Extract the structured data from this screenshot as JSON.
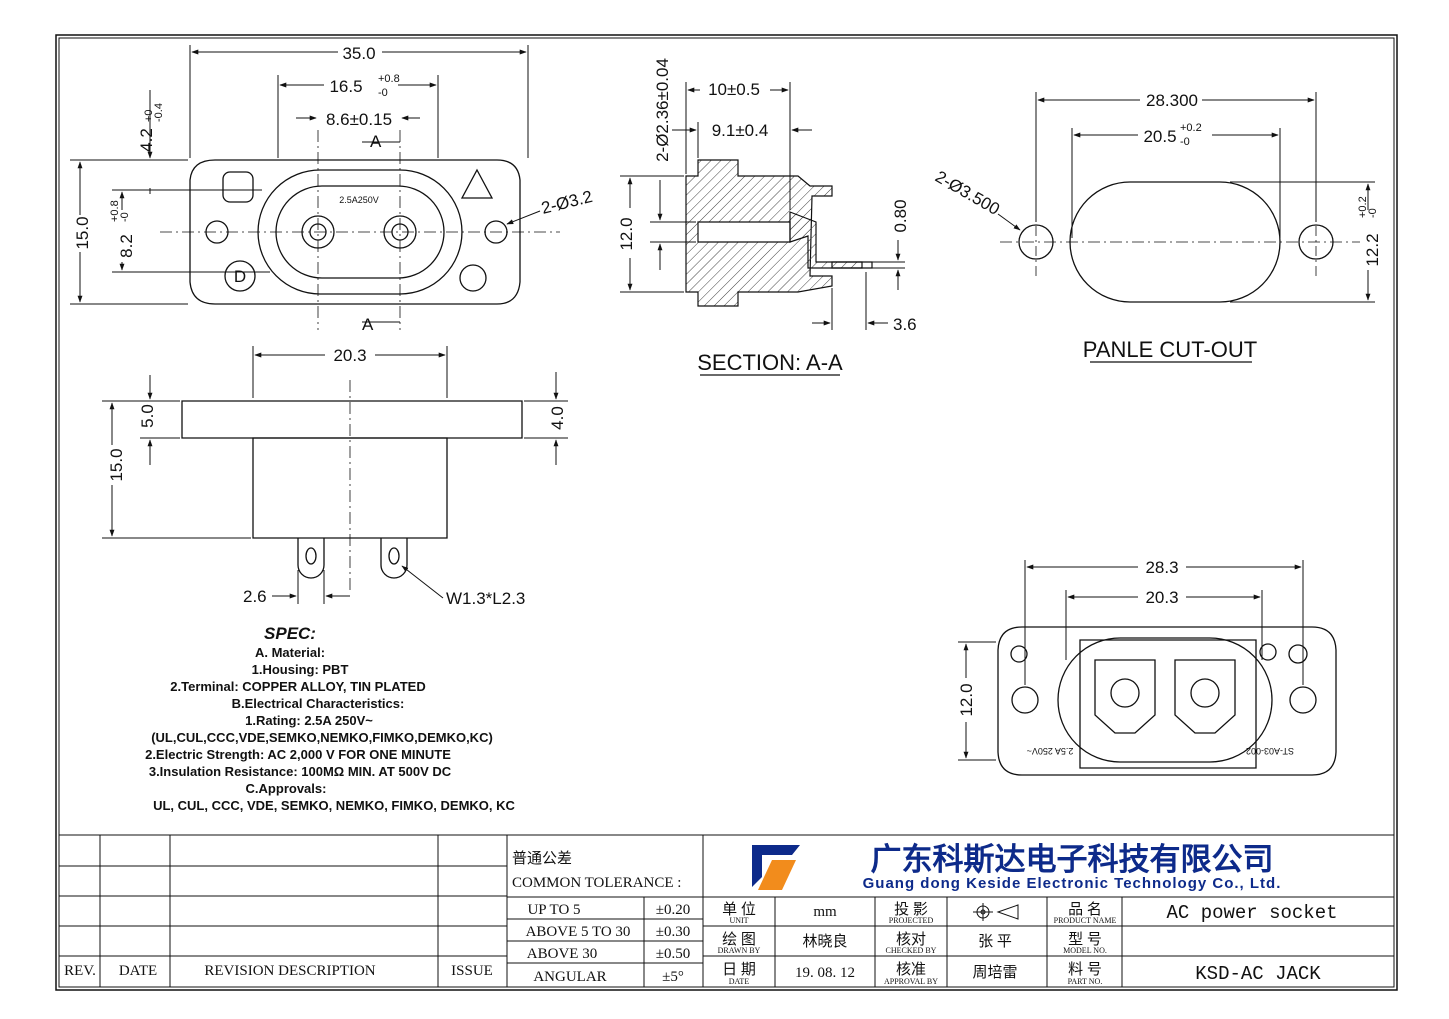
{
  "top_view": {
    "dims": {
      "overall_width": "35.0",
      "pin_span": "16.5",
      "pin_span_tol_up": "+0.8",
      "pin_span_tol_down": "-0",
      "pin_pitch": "8.6±0.15",
      "offset": "4.2",
      "offset_tol_up": "+0",
      "offset_tol_down": "-0.4",
      "height": "15.0",
      "inner_height": "8.2",
      "inner_height_tol_up": "+0.8",
      "inner_height_tol_down": "-0",
      "mount_holes": "2-Ø3.2"
    },
    "section_marks": [
      "A",
      "A"
    ],
    "body_marking": "2.5A250V"
  },
  "section_view": {
    "title": "SECTION: A-A",
    "dims": {
      "pin_dia": "2-Ø2.36±0.04",
      "width_outer": "10±0.5",
      "width_inner": "9.1±0.4",
      "height": "12.0",
      "terminal_thk": "0.80",
      "terminal_len": "3.6"
    }
  },
  "cutout_view": {
    "title": "PANLE CUT-OUT",
    "dims": {
      "hole_span": "28.300",
      "slot_width": "20.5",
      "slot_width_tol_up": "+0.2",
      "slot_width_tol_down": "-0",
      "holes": "2-Ø3.500",
      "slot_height": "12.2",
      "slot_height_tol_up": "+0.2",
      "slot_height_tol_down": "-0"
    }
  },
  "side_view": {
    "dims": {
      "width": "20.3",
      "flange": "5.0",
      "flange_right": "4.0",
      "height": "15.0",
      "pin_width": "2.6",
      "terminal": "W1.3*L2.3"
    }
  },
  "rear_view": {
    "dims": {
      "hole_span": "28.3",
      "body_width": "20.3",
      "height": "12.0"
    },
    "markings": [
      "2.5A 250V~",
      "ST-A03-002"
    ]
  },
  "spec": {
    "heading": "SPEC:",
    "lines": [
      "A. Material:",
      "1.Housing: PBT",
      "2.Terminal: COPPER ALLOY, TIN PLATED",
      "B.Electrical Characteristics:",
      "1.Rating:  2.5A 250V~",
      "(UL,CUL,CCC,VDE,SEMKO,NEMKO,FIMKO,DEMKO,KC)",
      "2.Electric Strength: AC 2,000 V FOR ONE MINUTE",
      "3.Insulation Resistance: 100MΩ MIN. AT 500V DC",
      "C.Approvals:",
      "UL, CUL, CCC, VDE, SEMKO, NEMKO, FIMKO, DEMKO, KC"
    ]
  },
  "title_block": {
    "revision_headers": {
      "rev": "REV.",
      "date": "DATE",
      "desc": "REVISION  DESCRIPTION",
      "issue": "ISSUE"
    },
    "tolerance": {
      "label_cn": "普通公差",
      "label_en": "COMMON TOLERANCE :",
      "rows": [
        {
          "range": "UP TO 5",
          "value": "±0.20"
        },
        {
          "range": "ABOVE 5 TO 30",
          "value": "±0.30"
        },
        {
          "range": "ABOVE 30",
          "value": "±0.50"
        },
        {
          "range": "ANGULAR",
          "value": "±5°"
        }
      ]
    },
    "company_cn": "广东科斯达电子科技有限公司",
    "company_en": "Guang dong Keside  Electronic Technology Co., Ltd.",
    "unit": {
      "cn": "单  位",
      "en": "UNIT",
      "value": "mm"
    },
    "drawn": {
      "cn": "绘  图",
      "en": "DRAWN  BY",
      "value": "林晓良"
    },
    "date": {
      "cn": "日  期",
      "en": "DATE",
      "value": "19. 08. 12"
    },
    "projected": {
      "cn": "投  影",
      "en": "PROJECTED"
    },
    "checked": {
      "cn": "核对",
      "en": "CHECKED  BY",
      "value": "张  平"
    },
    "approval": {
      "cn": "核准",
      "en": "APPROVAL  BY",
      "value": "周培雷"
    },
    "product": {
      "cn": "品  名",
      "en": "PRODUCT  NAME",
      "value": "AC power socket"
    },
    "model": {
      "cn": "型  号",
      "en": "MODEL  NO.",
      "value": ""
    },
    "part": {
      "cn": "料  号",
      "en": "PART  NO.",
      "value": "KSD-AC JACK"
    }
  }
}
